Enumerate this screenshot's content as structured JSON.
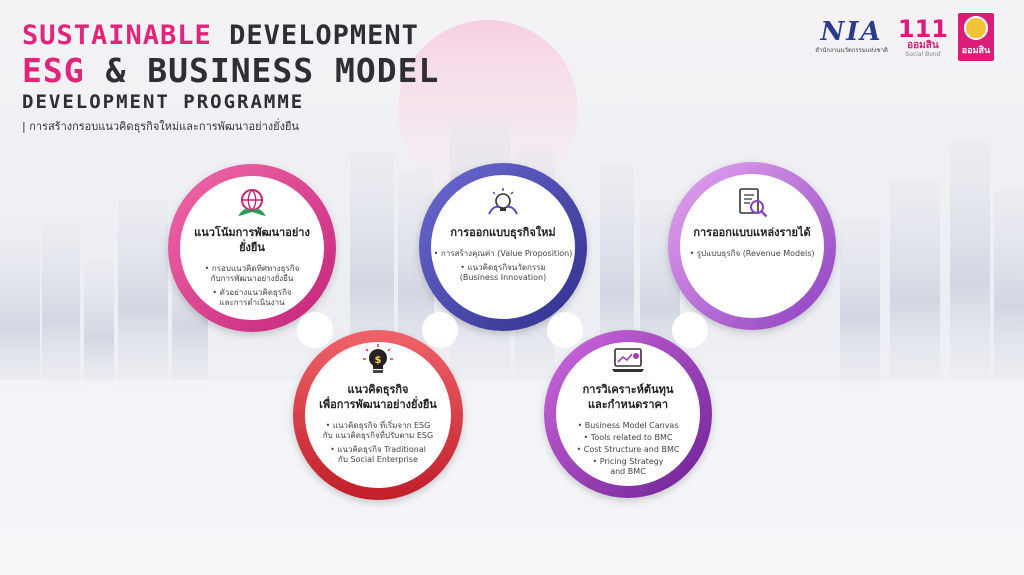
{
  "header": {
    "line1_a": "SUSTAINABLE",
    "line1_b": "DEVELOPMENT",
    "line2_a": "ESG",
    "line2_b": "& BUSINESS MODEL",
    "line3": "DEVELOPMENT  PROGRAMME",
    "subtitle": "| การสร้างกรอบแนวคิดธุรกิจใหม่และการพัฒนาอย่างยั่งยืน"
  },
  "logos": {
    "nia_mark": "NIA",
    "nia_caption": "สำนักงานนวัตกรรมแห่งชาติ",
    "social_bond_mark": "111",
    "social_bond_text": "ออมสิน",
    "social_bond_caption": "Social Bond",
    "gsb_text": "ออมสิน"
  },
  "colors": {
    "pink": "#e0257a",
    "card1": "#e34a9a",
    "card2": "#e0393c",
    "card3": "#5a4fbe",
    "card4": "#a23fb0",
    "card5": "#c37ad6"
  },
  "cards": [
    {
      "icon": "globe-leaves-icon",
      "title": "แนวโน้มการพัฒนาอย่างยั่งยืน",
      "bullets": [
        "• กรอบแนวคิดทิศทางธุรกิจ\nกับการพัฒนาอย่างยั่งยืน",
        "• ตัวอย่างแนวคิดธุรกิจ\nและการดำเนินงาน"
      ]
    },
    {
      "icon": "lightbulb-dollar-icon",
      "title": "แนวคิดธุรกิจ\nเพื่อการพัฒนาอย่างยั่งยืน",
      "bullets": [
        "• แนวคิดธุรกิจ ที่เริ่มจาก ESG\nกับ แนวคิดธุรกิจที่ปรับตาม ESG",
        "• แนวคิดธุรกิจ Traditional\nกับ Social Enterprise"
      ]
    },
    {
      "icon": "hands-lightbulb-icon",
      "title": "การออกแบบธุรกิจใหม่",
      "bullets": [
        "• การสร้างคุณค่า (Value Proposition)",
        "• แนวคิดธุรกิจนวัตกรรม\n(Business Innovation)"
      ]
    },
    {
      "icon": "laptop-chart-icon",
      "title": "การวิเคราะห์ต้นทุน\nและกำหนดราคา",
      "bullets": [
        "• Business Model Canvas",
        "• Tools related to BMC",
        "• Cost Structure and BMC",
        "• Pricing Strategy\nand BMC"
      ]
    },
    {
      "icon": "document-magnifier-icon",
      "title": "การออกแบบแหล่งรายได้",
      "bullets": [
        "• รูปแบบธุรกิจ (Revenue Models)"
      ]
    }
  ]
}
